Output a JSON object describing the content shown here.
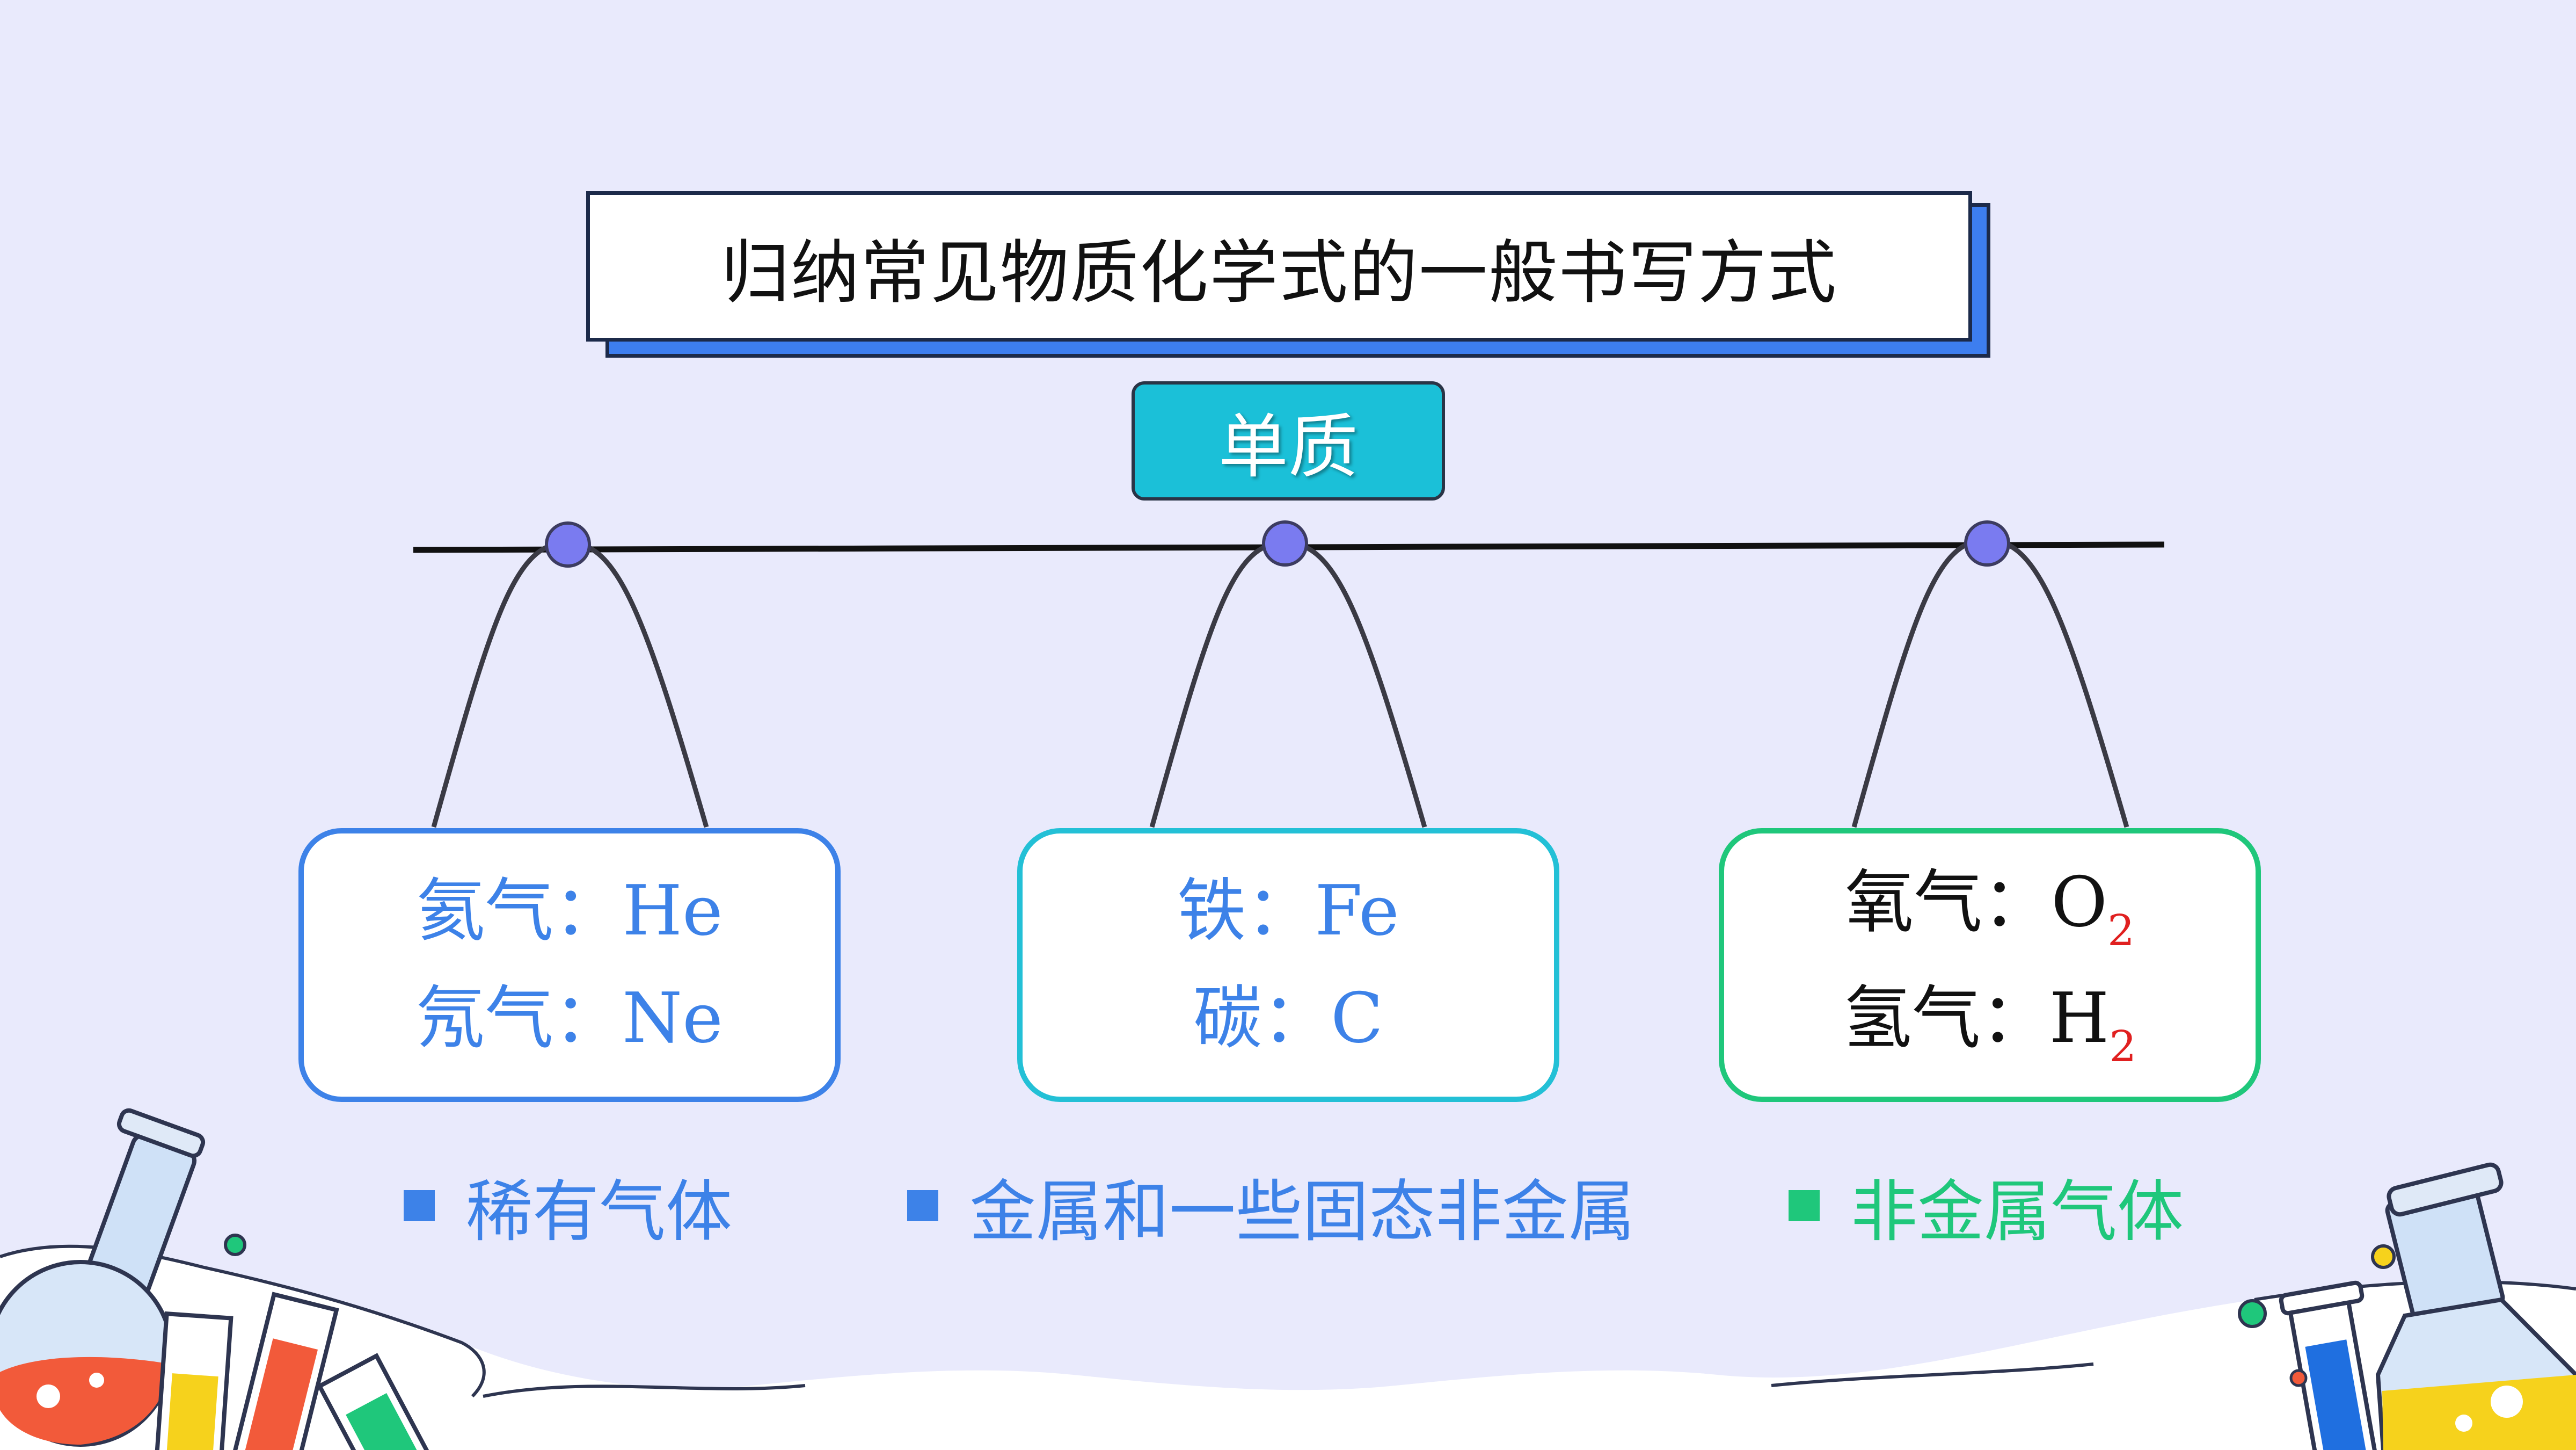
{
  "title": "归纳常见物质化学式的一般书写方式",
  "badge": "单质",
  "cards": [
    {
      "lines": [
        {
          "name": "氦气",
          "sep": "：",
          "formula": "He",
          "sub": ""
        },
        {
          "name": "氖气",
          "sep": "：",
          "formula": "Ne",
          "sub": ""
        }
      ]
    },
    {
      "lines": [
        {
          "name": "铁",
          "sep": "：",
          "formula": "Fe",
          "sub": ""
        },
        {
          "name": "碳",
          "sep": "：",
          "formula": "C",
          "sub": ""
        }
      ]
    },
    {
      "lines": [
        {
          "name": "氧气",
          "sep": "：",
          "formula": "O",
          "sub": "2"
        },
        {
          "name": "氢气",
          "sep": "：",
          "formula": "H",
          "sub": "2"
        }
      ]
    }
  ],
  "legend": [
    "稀有气体",
    "金属和一些固态非金属",
    "非金属气体"
  ],
  "colors": {
    "background": "#e9eafc",
    "accent_blue": "#3d82e8",
    "accent_cyan": "#1bc0d8",
    "accent_green": "#1fc77b",
    "subscript_red": "#e02020"
  },
  "icons": [
    "beaker-flask-icon",
    "test-tube-icon"
  ]
}
